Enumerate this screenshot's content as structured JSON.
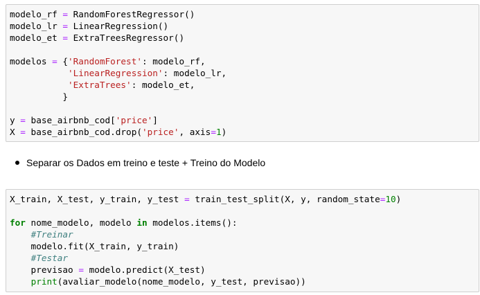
{
  "cell1": {
    "lines": [
      [
        [
          "t",
          "modelo_rf "
        ],
        [
          "op",
          "="
        ],
        [
          "t",
          " RandomForestRegressor()"
        ]
      ],
      [
        [
          "t",
          "modelo_lr "
        ],
        [
          "op",
          "="
        ],
        [
          "t",
          " LinearRegression()"
        ]
      ],
      [
        [
          "t",
          "modelo_et "
        ],
        [
          "op",
          "="
        ],
        [
          "t",
          " ExtraTreesRegressor()"
        ]
      ],
      [
        [
          "t",
          ""
        ]
      ],
      [
        [
          "t",
          "modelos "
        ],
        [
          "op",
          "="
        ],
        [
          "t",
          " {"
        ],
        [
          "str",
          "'RandomForest'"
        ],
        [
          "t",
          ": modelo_rf,"
        ]
      ],
      [
        [
          "t",
          "           "
        ],
        [
          "str",
          "'LinearRegression'"
        ],
        [
          "t",
          ": modelo_lr,"
        ]
      ],
      [
        [
          "t",
          "           "
        ],
        [
          "str",
          "'ExtraTrees'"
        ],
        [
          "t",
          ": modelo_et,"
        ]
      ],
      [
        [
          "t",
          "          }"
        ]
      ],
      [
        [
          "t",
          ""
        ]
      ],
      [
        [
          "t",
          "y "
        ],
        [
          "op",
          "="
        ],
        [
          "t",
          " base_airbnb_cod["
        ],
        [
          "str",
          "'price'"
        ],
        [
          "t",
          "]"
        ]
      ],
      [
        [
          "t",
          "X "
        ],
        [
          "op",
          "="
        ],
        [
          "t",
          " base_airbnb_cod.drop("
        ],
        [
          "str",
          "'price'"
        ],
        [
          "t",
          ", axis"
        ],
        [
          "op",
          "="
        ],
        [
          "num",
          "1"
        ],
        [
          "t",
          ")"
        ]
      ]
    ]
  },
  "markdown": {
    "bullet_text": "Separar os Dados em treino e teste + Treino do Modelo"
  },
  "cell2": {
    "lines": [
      [
        [
          "t",
          "X_train, X_test, y_train, y_test "
        ],
        [
          "op",
          "="
        ],
        [
          "t",
          " train_test_split(X, y, random_state"
        ],
        [
          "op",
          "="
        ],
        [
          "num",
          "10"
        ],
        [
          "t",
          ")"
        ]
      ],
      [
        [
          "t",
          ""
        ]
      ],
      [
        [
          "kw",
          "for"
        ],
        [
          "t",
          " nome_modelo, modelo "
        ],
        [
          "kw",
          "in"
        ],
        [
          "t",
          " modelos.items():"
        ]
      ],
      [
        [
          "t",
          "    "
        ],
        [
          "cm",
          "#Treinar"
        ]
      ],
      [
        [
          "t",
          "    modelo.fit(X_train, y_train)"
        ]
      ],
      [
        [
          "t",
          "    "
        ],
        [
          "cm",
          "#Testar"
        ]
      ],
      [
        [
          "t",
          "    previsao "
        ],
        [
          "op",
          "="
        ],
        [
          "t",
          " modelo.predict(X_test)"
        ]
      ],
      [
        [
          "t",
          "    "
        ],
        [
          "kwb",
          "print"
        ],
        [
          "t",
          "(avaliar_modelo(nome_modelo, y_test, previsao))"
        ]
      ]
    ]
  }
}
